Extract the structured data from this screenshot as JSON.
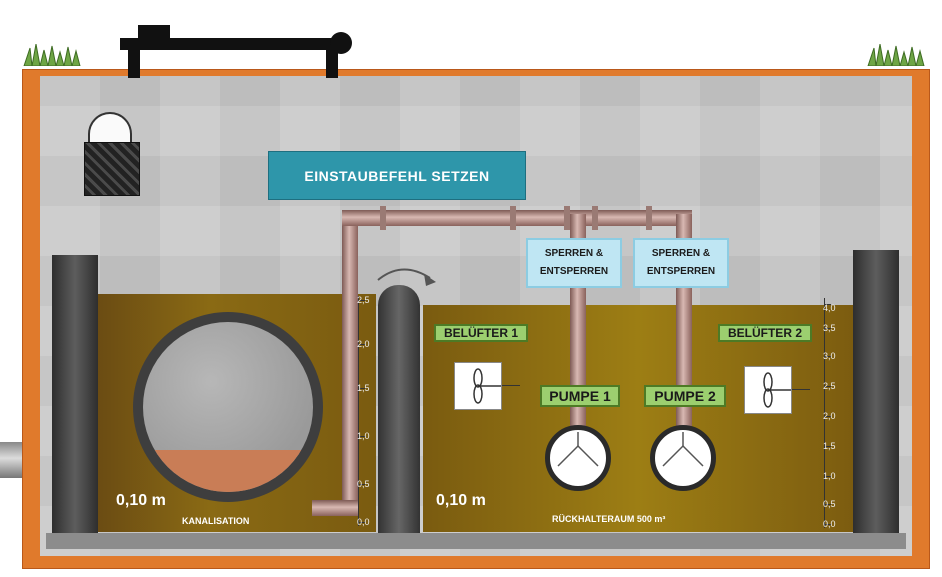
{
  "controls": {
    "einstau_button": "EINSTAUBEFEHL SETZEN",
    "sperren_1": [
      "SPERREN &",
      "ENTSPERREN"
    ],
    "sperren_2": [
      "SPERREN &",
      "ENTSPERREN"
    ],
    "belufter_1": "BELÜFTER 1",
    "belufter_2": "BELÜFTER 2",
    "pumpe_1": "PUMPE 1",
    "pumpe_2": "PUMPE 2"
  },
  "levels": {
    "kanalisation_value": "0,10 m",
    "kanalisation_label": "KANALISATION",
    "rueckhalte_value": "0,10 m",
    "rueckhalte_label": "RÜCKHALTERAUM 500 m³"
  },
  "scale_left": [
    "2,5",
    "2,0",
    "1,5",
    "1,0",
    "0,5",
    "0,0"
  ],
  "scale_right": [
    "4,0",
    "3,5",
    "3,0",
    "2,5",
    "2,0",
    "1,5",
    "1,0",
    "0,5",
    "0,0"
  ],
  "colors": {
    "tank_orange": "#e07a2c",
    "concrete": "#c9c9c9",
    "water": "#8a6a14",
    "button_teal": "#2e96aa",
    "tag_green": "#9ccf6f",
    "sperr_blue": "#bfe6f3"
  },
  "icons": [
    "padlock-icon",
    "fan-icon",
    "pump-icon",
    "rotate-arrow-icon",
    "grass-icon"
  ]
}
